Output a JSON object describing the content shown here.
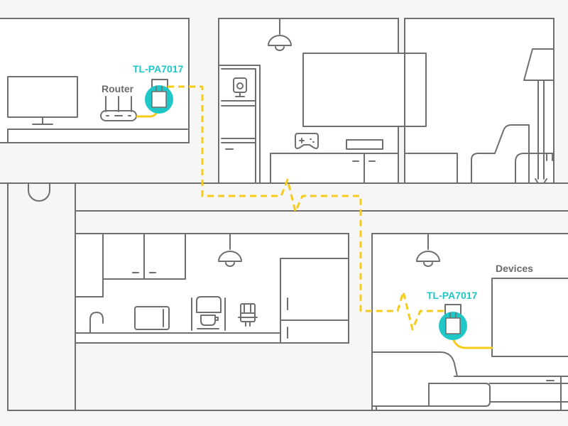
{
  "labels": {
    "router": "Router",
    "adapter_top": "TL-PA7017",
    "adapter_bottom": "TL-PA7017",
    "devices": "Devices"
  },
  "colors": {
    "background": "#f6f6f6",
    "outline": "#6f6f6f",
    "accent_teal": "#1fc7c7",
    "cable_yellow": "#f5cc1b"
  },
  "icons": [
    "tv-icon",
    "router-icon",
    "powerline-adapter-icon",
    "security-camera-icon",
    "game-controller-icon",
    "floor-lamp-icon",
    "ceiling-lamp-icon",
    "microwave-icon",
    "coffee-maker-icon",
    "toaster-icon",
    "fridge-icon",
    "sofa-icon",
    "armchair-icon"
  ]
}
